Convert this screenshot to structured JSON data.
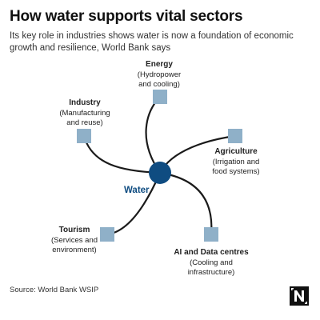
{
  "title": "How water supports vital sectors",
  "subtitle": "Its key role in industries shows water is now a foundation of economic growth and resilience, World Bank says",
  "hub": {
    "label": "Water",
    "color": "#0f4c81"
  },
  "sectors": [
    {
      "name": "Energy",
      "detail_line1": "(Hydropower",
      "detail_line2": "and cooling)"
    },
    {
      "name": "Industry",
      "detail_line1": "(Manufacturing",
      "detail_line2": "and reuse)"
    },
    {
      "name": "Agriculture",
      "detail_line1": "(Irrigation and",
      "detail_line2": "food systems)"
    },
    {
      "name": "Tourism",
      "detail_line1": "(Services and",
      "detail_line2": "environment)"
    },
    {
      "name": "AI and Data centres",
      "detail_line1": "(Cooling and",
      "detail_line2": "infrastructure)"
    }
  ],
  "node_color": "#8fb0c8",
  "source": "Source: World Bank WSIP",
  "logo_icon": "publisher-logo-icon"
}
